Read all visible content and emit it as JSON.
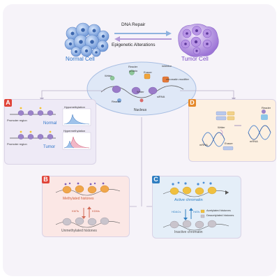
{
  "top": {
    "arrow_top_label": "DNA Repair",
    "arrow_bottom_label": "Epigenetic Alterations",
    "normal_cell_label": "Normal Cell",
    "tumor_cell_label": "Tumor Cell"
  },
  "nucleus": {
    "label": "Nucleus",
    "reader_top": "Reader",
    "writer": "Writer",
    "eraser": "Eraser",
    "reader_bottom": "Reader",
    "writer_small": "Writer",
    "chromatin_modifier": "chromatin modifier",
    "tiny_label_1": "inhibitor",
    "tiny_label_2": "protein",
    "tiny_label_3": "siRNA"
  },
  "panel_a": {
    "letter": "A",
    "promoter_1": "Promoter region",
    "promoter_2": "Promoter region",
    "normal": "Normal",
    "tumor": "Tumor",
    "hypomethylation": "Hypomethylation",
    "hypermethylation": "Hypermethylation"
  },
  "panel_b": {
    "letter": "B",
    "methylated": "Methylated histones",
    "kmts": "KMTs",
    "kdms": "KDMs",
    "unmethylated": "Unmethylated histones"
  },
  "panel_c": {
    "letter": "C",
    "active": "Active chromatin",
    "hdacs": "HDACs",
    "hats": "HATs",
    "acetylated": "Acetylated histones",
    "deacetylated": "Deacetylated histones",
    "inactive": "Inactive chromatin"
  },
  "panel_d": {
    "letter": "D",
    "reader": "Reader",
    "writer": "Writer",
    "eraser": "Eraser",
    "mrna_1": "mRNA",
    "mrna_2": "mRNA"
  },
  "colors": {
    "panel_a_bg": "#eeeaf6",
    "panel_b_bg": "#fbe7e5",
    "panel_c_bg": "#e4eef8",
    "panel_d_bg": "#fdf0e1",
    "letter_red": "#e0453a",
    "letter_blue": "#2f7ec1",
    "letter_orange": "#e5892a",
    "normal_blue": "#2e74c9",
    "tumor_purple": "#7a4bc4"
  }
}
